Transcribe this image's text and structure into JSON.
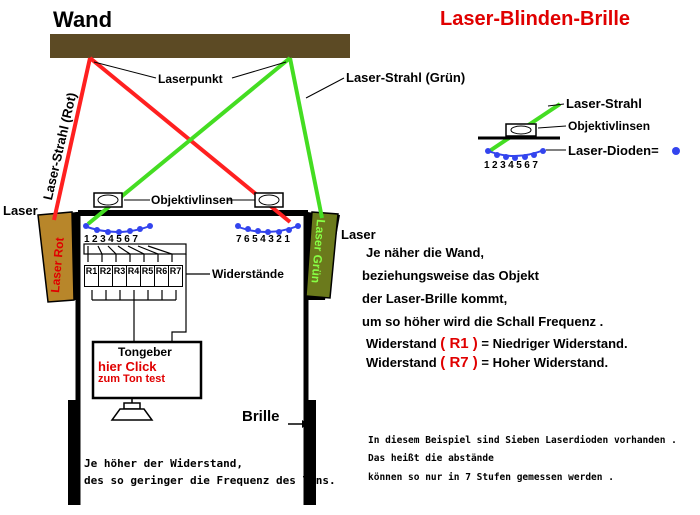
{
  "title": "Laser-Blinden-Brille",
  "wall_label": "Wand",
  "labels": {
    "laserpunkt": "Laserpunkt",
    "beam_green": "Laser-Strahl (Grün)",
    "beam_red": "Laser-Strahl (Rot)",
    "objektivlinsen": "Objektivlinsen",
    "laser_left": "Laser",
    "laser_right": "Laser",
    "laser_rot": "Laser Rot",
    "laser_gruen": "Laser Grün",
    "widerstaende": "Widerstände",
    "brille": "Brille"
  },
  "diode_numbers_left": "1234567",
  "diode_numbers_right": "7654321",
  "resistors": [
    "R1",
    "R2",
    "R3",
    "R4",
    "R5",
    "R6",
    "R7"
  ],
  "tongeber": {
    "title": "Tongeber",
    "link_line1": "hier Click",
    "link_line2": "zum Ton test"
  },
  "inset": {
    "beam": "Laser-Strahl",
    "lens": "Objektivlinsen",
    "dioden": "Laser-Dioden=",
    "numbers": "1234567"
  },
  "description": {
    "line1": "Je näher die Wand,",
    "line2": "beziehungsweise das Objekt",
    "line3": "der Laser-Brille kommt,",
    "line4": "um  so höher wird die Schall Frequenz ."
  },
  "widerstand": {
    "prefix": "Widerstand",
    "r1": "( R1 )",
    "r1_text": "= Niedriger Widerstand.",
    "r7": "( R7 )",
    "r7_text": "= Hoher Widerstand."
  },
  "bottom_left": {
    "line1": "Je höher der Widerstand,",
    "line2": "des so geringer die Frequenz des Tons."
  },
  "bottom_right": {
    "line1": "In diesem Beispiel sind Sieben Laserdioden vorhanden .",
    "line2": "Das heißt die abstände",
    "line3": "können so nur in 7 Stufen gemessen werden ."
  },
  "colors": {
    "title": "#e00000",
    "wall": "#5c4a24",
    "red_beam": "#ff2020",
    "green_beam": "#44dd22",
    "diode": "#3344ee",
    "laser_body_red": "#b8862a",
    "laser_body_green": "#6b7a1c"
  }
}
